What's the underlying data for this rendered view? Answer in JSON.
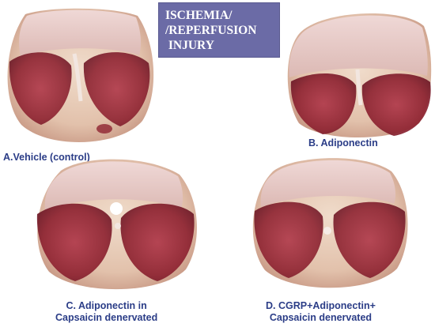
{
  "title": {
    "line1": "ISCHEMIA/",
    "line2": "/REPERFUSION",
    "line3": " INJURY"
  },
  "panels": [
    {
      "id": "A",
      "caption_lines": [
        "A.Vehicle (control)"
      ]
    },
    {
      "id": "B",
      "caption_lines": [
        "B. Adiponectin"
      ]
    },
    {
      "id": "C",
      "caption_lines": [
        "C. Adiponectin in",
        "Capsaicin denervated"
      ]
    },
    {
      "id": "D",
      "caption_lines": [
        "D. CGRP+Adiponectin+",
        "Capsaicin denervated"
      ]
    }
  ],
  "colors": {
    "title_bg": "#6b6ba6",
    "caption_text": "#2b3d87",
    "tissue_pale": "#e7c9b4",
    "tissue_pink": "#ddb3aa",
    "infarct": "#9a2a35"
  }
}
